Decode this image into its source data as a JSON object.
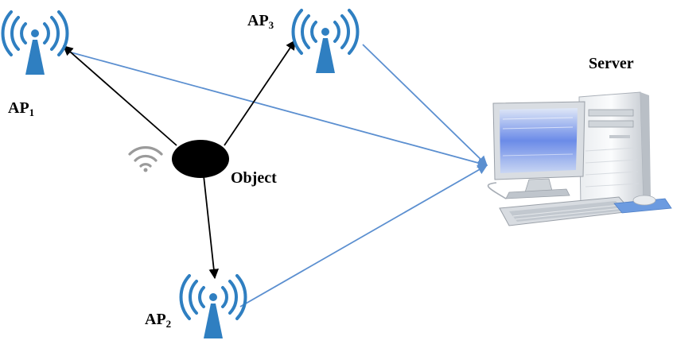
{
  "colors": {
    "antenna": "#2f7fc1",
    "uplink_arrow": "#5b8fd0",
    "object_arrow": "#000000",
    "object_fill": "#000000",
    "wifi_icon": "#9a9a9a"
  },
  "icons": {
    "access_point": "antenna-icon",
    "object_signal": "wifi-icon",
    "server": "desktop-computer-icon"
  },
  "nodes": {
    "ap1": {
      "base": "AP",
      "sub": "1"
    },
    "ap2": {
      "base": "AP",
      "sub": "2"
    },
    "ap3": {
      "base": "AP",
      "sub": "3"
    },
    "object": {
      "label": "Object"
    },
    "server": {
      "label": "Server"
    }
  },
  "edges": [
    {
      "from": "object",
      "to": "ap1",
      "style": "black-arrow"
    },
    {
      "from": "object",
      "to": "ap2",
      "style": "black-arrow"
    },
    {
      "from": "object",
      "to": "ap3",
      "style": "black-arrow"
    },
    {
      "from": "ap1",
      "to": "server",
      "style": "blue-arrow"
    },
    {
      "from": "ap2",
      "to": "server",
      "style": "blue-arrow"
    },
    {
      "from": "ap3",
      "to": "server",
      "style": "blue-arrow"
    }
  ]
}
